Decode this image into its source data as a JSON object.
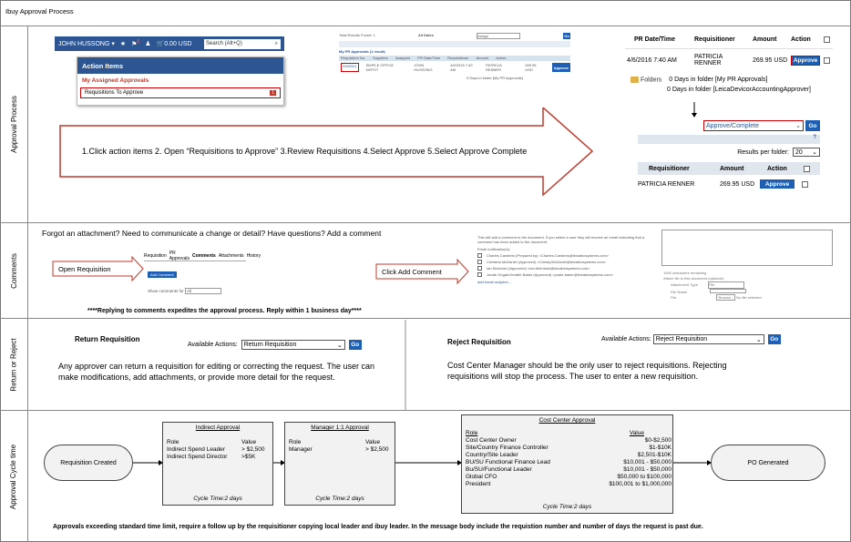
{
  "title": "Ibuy Approval Process",
  "lanes": {
    "approval": "Approval Process",
    "comments": "Comments",
    "return": "Return or Reject",
    "cycle": "Approval Cycle time"
  },
  "nav": {
    "user": "JOHN HUSSONG",
    "badge": "5",
    "cart": "0.00 USD",
    "search_placeholder": "Search (Alt+Q)"
  },
  "action_panel": {
    "header": "Action Items",
    "sub": "My Assigned Approvals",
    "row": "Requisitions To Approve",
    "row_badge": "1"
  },
  "mini": {
    "total": "Total Results Found: 1",
    "all_dates": "All Dates",
    "assign": "Assign",
    "go": "Go",
    "group": "My PR Approvals (1 result)",
    "cols": [
      "Requisition No.",
      "Suppliers",
      "Assigned",
      "PR Date/Time",
      "Requisitioner",
      "Amount",
      "Action"
    ],
    "row": [
      "1349321",
      "SIMPLE OFFICE DEPOT",
      "JOHN HUSSONG",
      "4/6/2016 7:40 AM",
      "PATRICIA RENNER",
      "269.95 USD",
      "Approve"
    ],
    "folder": "0 Days in folder [My PR Approvals]"
  },
  "pr_table": {
    "cols": [
      "PR Date/Time",
      "Requisitioner",
      "Amount",
      "Action"
    ],
    "date": "4/6/2016 7:40 AM",
    "requisitioner": "PATRICIA RENNER",
    "amount": "269.95 USD",
    "action": "Approve",
    "folders_label": "Folders",
    "folder1": "0 Days in folder [My PR Approvals]",
    "folder2": "0 Days in folder [LeicaDevicorAccountingApprover]"
  },
  "approve_panel": {
    "select": "Approve/Complete",
    "go": "Go",
    "help": "?",
    "results_label": "Results per folder:",
    "results_value": "20",
    "cols": [
      "Requisitioner",
      "Amount",
      "Action"
    ],
    "requisitioner": "PATRICIA RENNER",
    "amount": "269.95 USD",
    "action": "Approve"
  },
  "steps": "1.Click action items   2. Open “Requisitions to Approve”    3.Review Requisitions   4.Select Approve  5.Select Approve Complete",
  "comments": {
    "heading": "Forgot an attachment? Need to communicate a change or detail? Have questions? Add a comment",
    "open_req": "Open Requisition",
    "tabs": [
      "Requisition",
      "PR Approvals",
      "Comments",
      "Attachments",
      "History"
    ],
    "add_btn": "Add Comment",
    "show_label": "Show comments for",
    "show_value": "All",
    "click_add": "Click Add Comment",
    "note": "This will add a comment to the document. If you select a user they will receive an email indicating that a comment has been added to the document.",
    "email_label": "Email notification(s):",
    "recipients": [
      "Charles Carstens (Prepared by) <Charles.Carstens@leicabiosystems.com>",
      "Christina McDaniel (Approved) <Christy.McDaniel@leicabiosystems.com>",
      "Ian McIntosh (Approved) <Ian.McIntosh@leicabiosystems.com>",
      "Jorate Ongari/Jenafer Baker (Approved) <jorate.baker@leicabiosystems.com>"
    ],
    "add_recipient": "add email recipient...",
    "chars": "1000 characters remaining",
    "attach_label": "Attach file to this document (optional):",
    "attach_type": "Attachment Type",
    "attach_type_val": "File",
    "file_name": "File Name",
    "file": "File",
    "browse": "Browse...",
    "no_file": "No file selected.",
    "reply_note": "****Replying to comments expedites the approval process. Reply within 1 business day****"
  },
  "return_req": {
    "title": "Return Requisition",
    "available": "Available Actions:",
    "select": "Return Requisition",
    "go": "Go",
    "text": "Any approver can return a requisition for editing or correcting the request. The user can make modifications, add attachments, or provide more detail for the request."
  },
  "reject_req": {
    "title": "Reject  Requisition",
    "available": "Available Actions:",
    "select": "Reject Requisition",
    "go": "Go",
    "text": "Cost Center Manager should be the only user  to reject requisitions. Rejecting requisitions will stop the process. The user to enter a new requisition."
  },
  "cycle": {
    "start": "Requisition Created",
    "end": "PO Generated",
    "indirect": {
      "title": "Indirect  Approval",
      "role_h": "Role",
      "value_h": "Value",
      "rows": [
        [
          "Indirect Spend Leader",
          "> $2,500"
        ],
        [
          "Indirect Spend Director",
          ">$5K"
        ]
      ],
      "cycle": "Cycle Time:2 days"
    },
    "manager": {
      "title": "Manager 1:1 Approval",
      "role_h": "Role",
      "value_h": "Value",
      "rows": [
        [
          "Manager",
          "> $2,500"
        ]
      ],
      "cycle": "Cycle Time:2 days"
    },
    "costcenter": {
      "title": "Cost Center Approval",
      "role_h": "Role",
      "value_h": "Value",
      "rows": [
        [
          "Cost Center Owner",
          "$0-$2,500"
        ],
        [
          "Site/Country Finance Controller",
          "$1-$10K"
        ],
        [
          "Country/Site Leader",
          "$2,501-$10K"
        ],
        [
          "BU/SU Functional Finance Lead",
          "$10,001 - $50,000"
        ],
        [
          "Bu/SU/Functional Leader",
          "$10,001 - $50,000"
        ],
        [
          "Global CFO",
          "$50,000 to $100,000"
        ],
        [
          "President",
          "$100,001 to $1,000,000"
        ]
      ],
      "cycle": "Cycle Time:2 days"
    },
    "footnote": "Approvals exceeding standard time limit, require a follow up by the requisitioner copying local leader and ibuy leader. In the message body include the requistion number and number of days the request is past due."
  }
}
